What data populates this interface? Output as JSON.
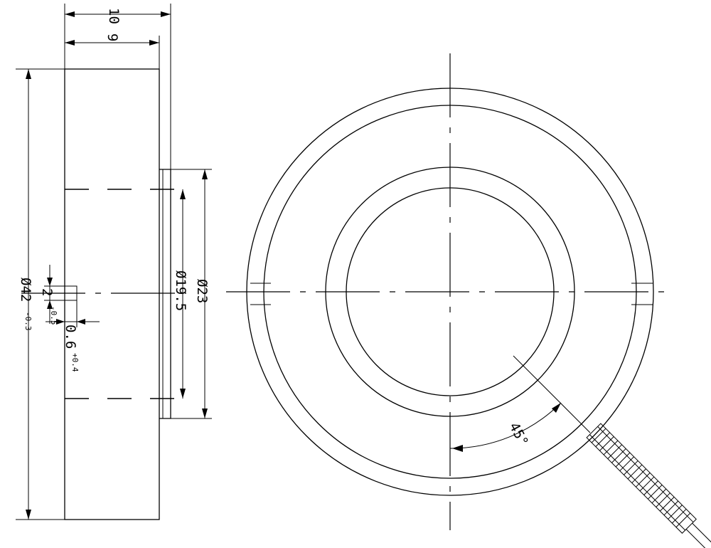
{
  "dimensions": {
    "overall_width": "10",
    "body_width": "9",
    "outer_diameter": "Ø42",
    "outer_diameter_tolerance": "-0.3",
    "boss_diameter": "Ø23",
    "bore_diameter": "Ø19.5",
    "slot_width": "2",
    "slot_width_tolerance": "-0.5",
    "slot_depth": "0.6",
    "slot_depth_tolerance": "+0.4",
    "cable_angle": "45°"
  }
}
